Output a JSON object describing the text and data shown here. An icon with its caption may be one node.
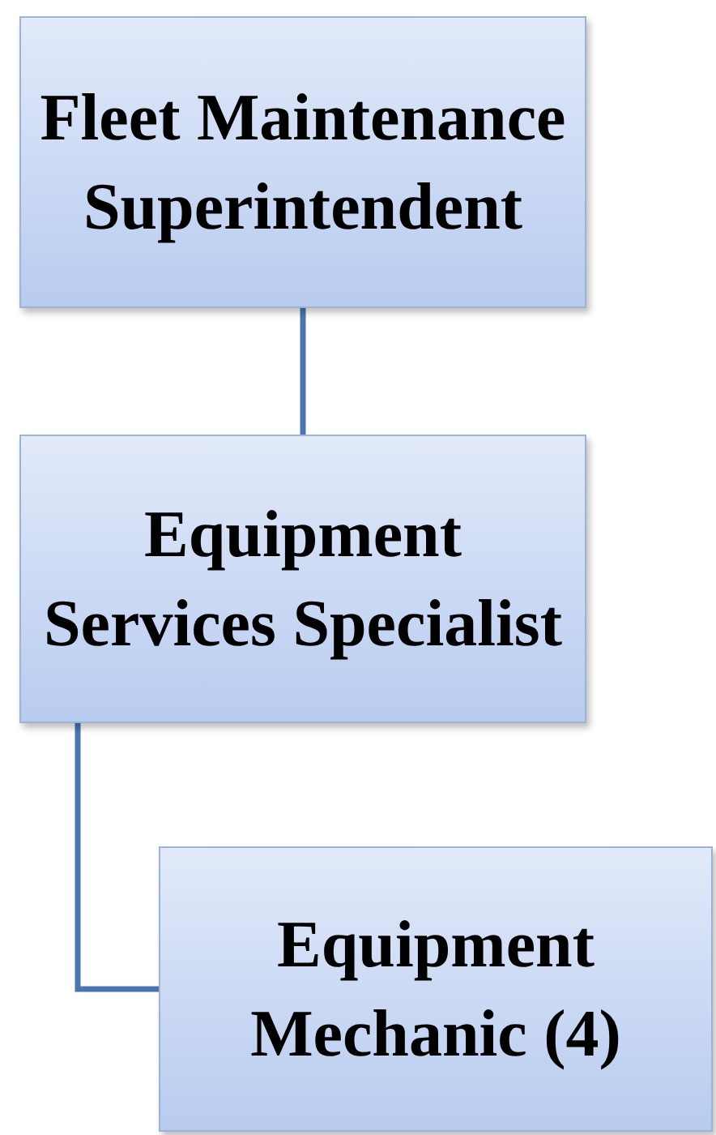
{
  "diagram": {
    "nodes": [
      {
        "text": [
          "Fleet Maintenance Superintendent"
        ]
      },
      {
        "text": [
          "Equipment Services Specialist"
        ]
      },
      {
        "text": [
          "Equipment Mechanic (4)"
        ]
      }
    ],
    "edges": [
      {
        "from": 0,
        "to": 1,
        "arrow": "none"
      },
      {
        "from": 1,
        "to": 2,
        "arrow": "none"
      }
    ]
  }
}
